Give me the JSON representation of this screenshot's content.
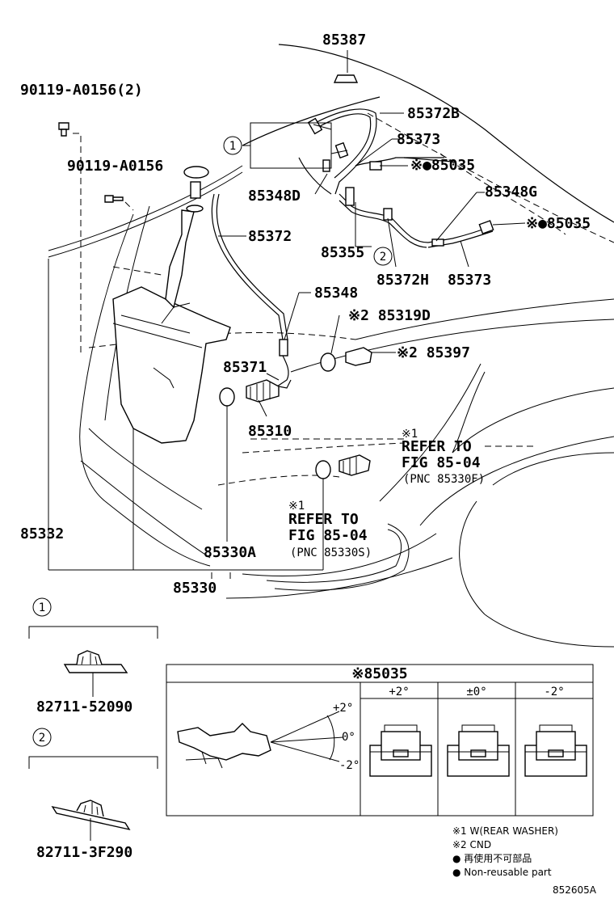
{
  "labels": {
    "p85387": "85387",
    "p90119a": "90119-A0156(2)",
    "p90119b": "90119-A0156",
    "p85372b": "85372B",
    "p85373a": "85373",
    "p85035a": "※●85035",
    "p85348d": "85348D",
    "p85348g": "85348G",
    "p85372": "85372",
    "p85035b": "※●85035",
    "p85355": "85355",
    "p85372h": "85372H",
    "p85373b": "85373",
    "p85348": "85348",
    "p85319d": "※2 85319D",
    "p85397": "※2 85397",
    "p85371": "85371",
    "p85310": "85310",
    "p85332": "85332",
    "p85330a": "85330A",
    "p85330": "85330"
  },
  "callouts": {
    "one": "1",
    "two": "2"
  },
  "refer_right": {
    "note": "※1",
    "line1": "REFER TO",
    "line2": "FIG 85-04",
    "line3": "(PNC 85330F)"
  },
  "refer_center": {
    "note": "※1",
    "line1": "REFER TO",
    "line2": "FIG 85-04",
    "line3": "(PNC 85330S)"
  },
  "clip_one": {
    "marker": "1",
    "part": "82711-52090"
  },
  "clip_two": {
    "marker": "2",
    "part": "82711-3F290"
  },
  "nozzle_table": {
    "title": "※85035",
    "columns": [
      "+2°",
      "±0°",
      "-2°"
    ],
    "angle_labels": [
      "+2°",
      "0°",
      "-2°"
    ]
  },
  "legend": {
    "note1": "※1 W(REAR WASHER)",
    "note2": "※2 CND",
    "non_reusable_jp": "● 再使用不可部品",
    "non_reusable_en": "● Non-reusable part"
  },
  "figure_id": "852605A"
}
